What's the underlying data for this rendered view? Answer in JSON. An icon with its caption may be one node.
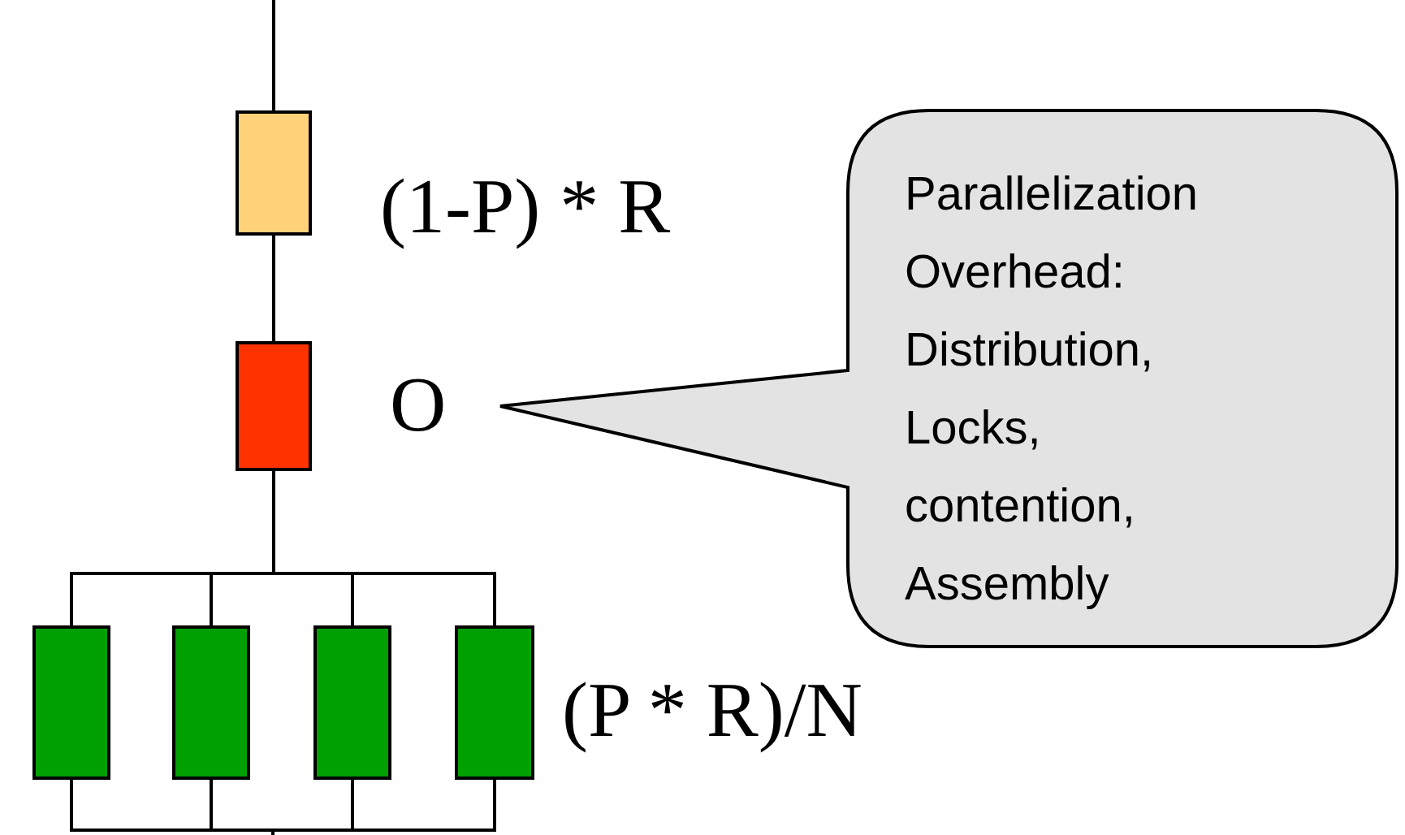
{
  "diagram": {
    "nodes": [
      {
        "text": [],
        "shape": "box"
      },
      {
        "text": [],
        "shape": "box",
        "beside": [
          "O"
        ]
      },
      {
        "text": [],
        "shape": "box"
      },
      {
        "text": [],
        "shape": "box"
      },
      {
        "text": [],
        "shape": "box"
      },
      {
        "text": [],
        "shape": "box",
        "beside": [
          "(P * R)/N"
        ]
      },
      {
        "text": [
          "Parallelization Overhead: Distribution, Locks, contention, Assembly"
        ]
      }
    ],
    "edges": [
      {
        "from": null,
        "to": 0,
        "arrow": "none"
      },
      {
        "from": 0,
        "to": 1,
        "arrow": "none"
      },
      {
        "from": 1,
        "to": 2,
        "arrow": "none"
      },
      {
        "from": 1,
        "to": 3,
        "arrow": "none"
      },
      {
        "from": 1,
        "to": 4,
        "arrow": "none"
      },
      {
        "from": 1,
        "to": 5,
        "arrow": "none"
      },
      {
        "from": 2,
        "to": null,
        "arrow": "none"
      },
      {
        "from": 3,
        "to": null,
        "arrow": "none"
      },
      {
        "from": 4,
        "to": null,
        "arrow": "none"
      },
      {
        "from": 5,
        "to": null,
        "arrow": "none"
      }
    ],
    "labels": [
      "(1-P) * R"
    ]
  }
}
